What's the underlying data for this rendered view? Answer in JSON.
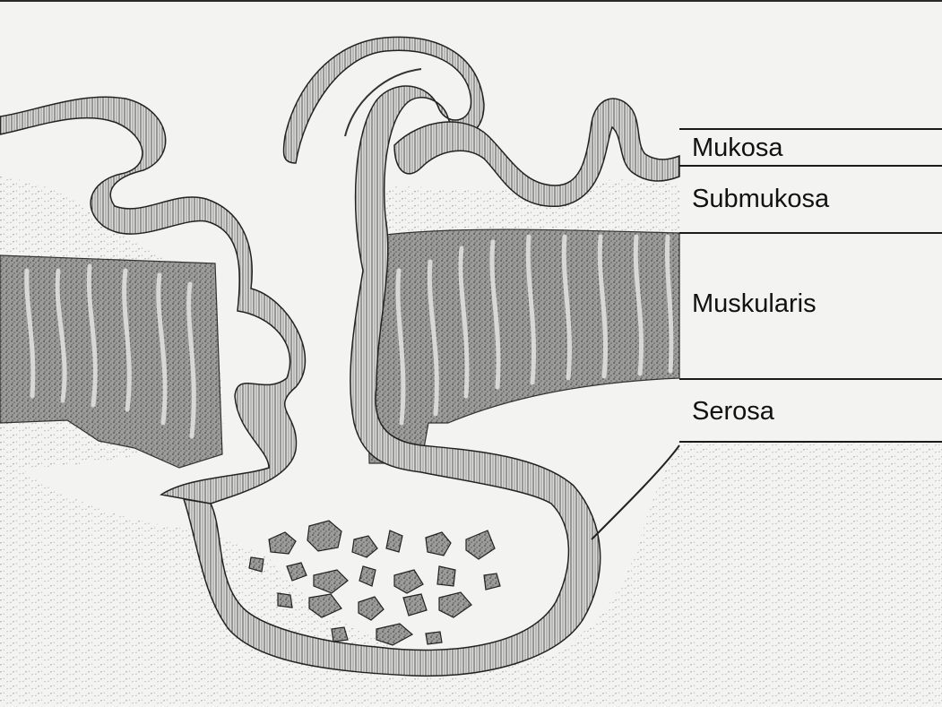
{
  "figure": {
    "layers": [
      {
        "key": "mukosa",
        "label": "Mukosa"
      },
      {
        "key": "submukosa",
        "label": "Submukosa"
      },
      {
        "key": "muskularis",
        "label": "Muskularis"
      },
      {
        "key": "serosa",
        "label": "Serosa"
      }
    ]
  },
  "colors": {
    "paper": "#f3f3f2",
    "ink": "#1a1a1a",
    "muscle": "#9a9a98",
    "muscle_dark": "#6d6d6b",
    "epithelium": "#d6d6d4"
  }
}
